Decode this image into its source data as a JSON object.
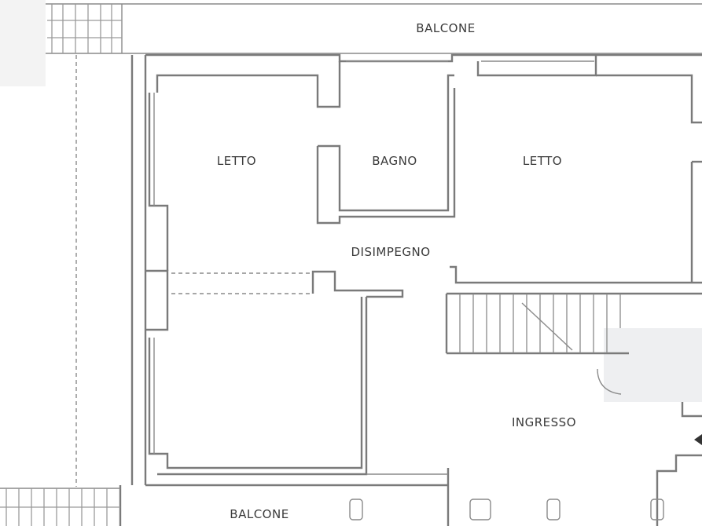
{
  "labels": {
    "balcone_top": "BALCONE",
    "letto_left": "LETTO",
    "bagno": "BAGNO",
    "letto_right": "LETTO",
    "disimpegno": "DISIMPEGNO",
    "ingresso": "INGRESSO",
    "balcone_bottom": "BALCONE"
  }
}
